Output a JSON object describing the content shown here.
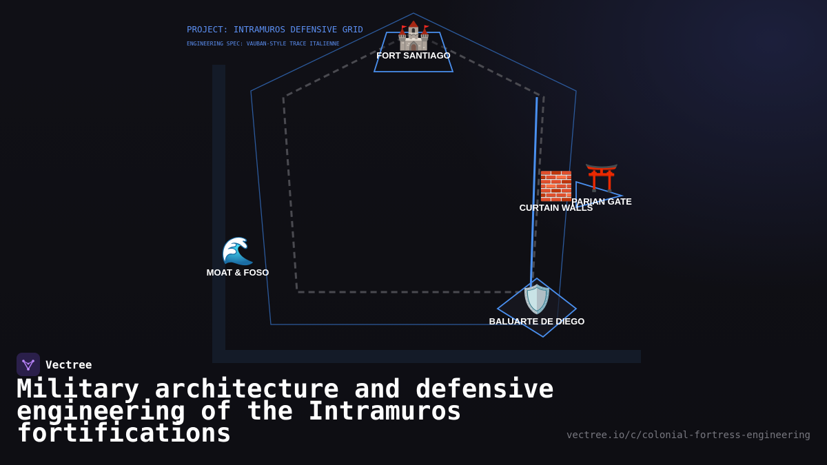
{
  "header": {
    "project_title": "PROJECT: INTRAMUROS DEFENSIVE GRID",
    "spec_subtitle": "ENGINEERING SPEC: VAUBAN-STYLE TRACE ITALIENNE"
  },
  "nodes": {
    "fort_santiago": {
      "label": "FORT SANTIAGO",
      "icon": "castle-icon",
      "glyph": "🏰"
    },
    "curtain_walls": {
      "label": "CURTAIN WALLS",
      "icon": "brick-wall-icon",
      "glyph": "🧱"
    },
    "parian_gate": {
      "label": "PARIAN GATE",
      "icon": "torii-gate-icon",
      "glyph": "⛩️"
    },
    "moat_foso": {
      "label": "MOAT & FOSO",
      "icon": "wave-icon",
      "glyph": "🌊"
    },
    "baluarte_de_diego": {
      "label": "BALUARTE DE DIEGO",
      "icon": "shield-icon",
      "glyph": "🛡️"
    }
  },
  "colors": {
    "accent": "#4a90f0",
    "outline": "#2c5a9c",
    "dashed": "#4a4a50",
    "background": "#0f0f14"
  },
  "brand": {
    "name": "Vectree",
    "logo_icon": "vectree-logo-icon"
  },
  "headline": "Military architecture and defensive engineering of the Intramuros fortifications",
  "url": "vectree.io/c/colonial-fortress-engineering"
}
